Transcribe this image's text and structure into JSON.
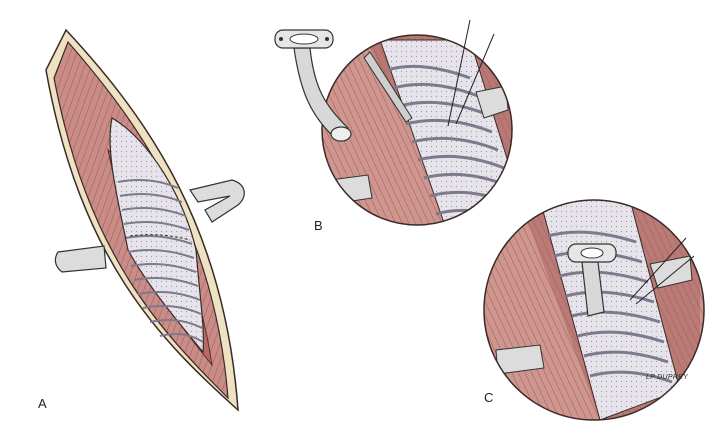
{
  "labels": {
    "a": "A",
    "b": "B",
    "c": "C"
  },
  "signature": "LP DUPREY",
  "colors": {
    "muscle": "#c98c86",
    "muscle_dark": "#a5605c",
    "muscle_light": "#e3b8b1",
    "skin": "#efe2c2",
    "trachea": "#e8e6ee",
    "ring_shadow": "#a7a4b4",
    "retractor": "#dcdcdc",
    "outline": "#3a2a2a"
  }
}
